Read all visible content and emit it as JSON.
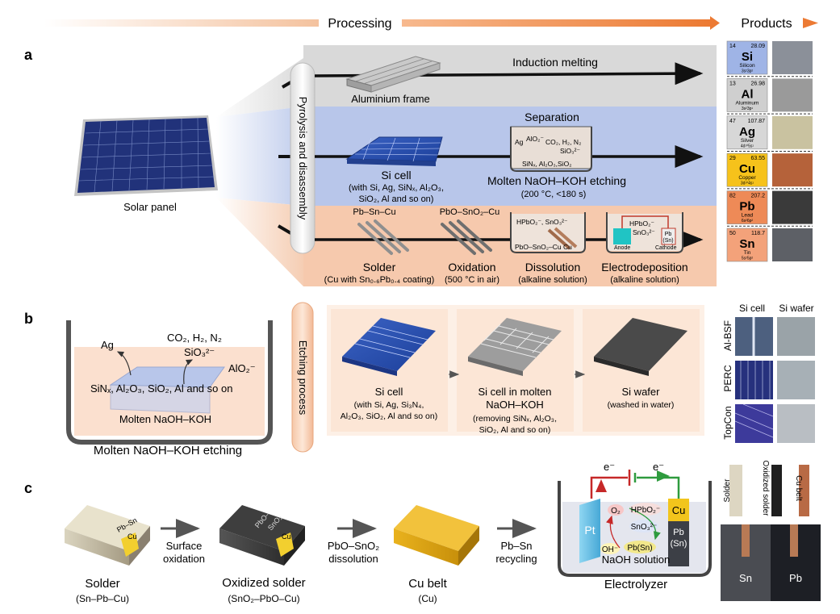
{
  "header": {
    "processing": "Processing",
    "products": "Products"
  },
  "panel_a": {
    "letter": "a",
    "solar_panel_label": "Solar panel",
    "pyrolysis_label": "Pyrolysis and disassembly",
    "row1": {
      "arrow_label": "Induction melting",
      "item_label": "Aluminium frame"
    },
    "row2": {
      "separation": "Separation",
      "si_cell_title": "Si cell",
      "si_cell_detail_1": "(with Si, Ag, SiNₓ, Al₂O₃,",
      "si_cell_detail_2": "SiO₂, Al and so on)",
      "etching_title": "Molten NaOH–KOH etching",
      "etching_cond": "(200 °C, <180 s)",
      "beaker_labels": [
        "AlO₂⁻",
        "Ag",
        "CO₂, H₂, N₂",
        "SiO₃²⁻",
        "SiNₓ, Al₂O₃,SiO₂"
      ]
    },
    "row3": {
      "pbsncu": "Pb–Sn–Cu",
      "pbosno2cu": "PbO–SnO₂–Cu",
      "solder_title": "Solder",
      "solder_detail": "(Cu with Sn₀.₆Pb₀.₄ coating)",
      "oxidation_title": "Oxidation",
      "oxidation_detail": "(500 °C in air)",
      "dissolution_title": "Dissolution",
      "dissolution_detail": "(alkaline solution)",
      "electro_title": "Electrodeposition",
      "electro_detail": "(alkaline solution)",
      "diss_labels": [
        "HPbO₂⁻, SnO₃²⁻",
        "PbO–SnO₂–Cu Cu"
      ],
      "electro_labels": [
        "HPbO₂⁻",
        "SnO₃²⁻",
        "Anode",
        "Cathode",
        "Pb",
        "(Sn)"
      ]
    },
    "elements": [
      {
        "num": "14",
        "mass": "28.09",
        "sym": "Si",
        "name": "Silicon",
        "config": "3s²3p²",
        "color": "#9fb4e6"
      },
      {
        "num": "13",
        "mass": "26.98",
        "sym": "Al",
        "name": "Aluminum",
        "config": "3s²3p¹",
        "color": "#cfcfcf"
      },
      {
        "num": "47",
        "mass": "107.87",
        "sym": "Ag",
        "name": "Silver",
        "config": "4d¹⁰5s¹",
        "color": "#d7d7d7"
      },
      {
        "num": "29",
        "mass": "63.55",
        "sym": "Cu",
        "name": "Copper",
        "config": "3d¹⁰4s¹",
        "color": "#f6c21b"
      },
      {
        "num": "82",
        "mass": "207.2",
        "sym": "Pb",
        "name": "Lead",
        "config": "6s²6p²",
        "color": "#ee8a57"
      },
      {
        "num": "50",
        "mass": "118.7",
        "sym": "Sn",
        "name": "Tin",
        "config": "5s²5p²",
        "color": "#f3a27a"
      }
    ]
  },
  "panel_b": {
    "letter": "b",
    "beaker_caption": "Molten NaOH–KOH etching",
    "beaker_inner": "Molten NaOH–KOH",
    "ag": "Ag",
    "gases": "CO₂, H₂, N₂",
    "sio3": "SiO₃²⁻",
    "alo2": "AlO₂⁻",
    "reactants": "SiNₓ, Al₂O₃, SiO₂, Al and so on",
    "etching_process": "Etching process",
    "steps": [
      {
        "title": "Si cell",
        "lines": [
          "(with Si, Ag, Si₃N₄,",
          "Al₂O₃, SiO₂, Al and so on)"
        ]
      },
      {
        "title": "Si cell in molten",
        "title2": "NaOH–KOH",
        "lines": [
          "(removing SiNₓ, Al₂O₃,",
          "SiO₂, Al and so on)"
        ]
      },
      {
        "title": "Si wafer",
        "lines": [
          "(washed in water)"
        ]
      }
    ],
    "photo_cols": [
      "Si cell",
      "Si wafer"
    ],
    "photo_rows": [
      "Al-BSF",
      "PERC",
      "TopCon"
    ]
  },
  "panel_c": {
    "letter": "c",
    "solder_block": [
      "Pb–Sn",
      "Cu"
    ],
    "oxidized_block": [
      "PbO–",
      "SnO₂",
      "Cu"
    ],
    "step1": [
      "Surface",
      "oxidation"
    ],
    "step2": [
      "PbO–SnO₂",
      "dissolution"
    ],
    "step3": [
      "Pb–Sn",
      "recycling"
    ],
    "items": [
      {
        "title": "Solder",
        "detail": "(Sn–Pb–Cu)"
      },
      {
        "title": "Oxidized solder",
        "detail": "(SnO₂–PbO–Cu)"
      },
      {
        "title": "Cu belt",
        "detail": "(Cu)"
      },
      {
        "title": "Electrolyzer",
        "detail": ""
      }
    ],
    "electrolyzer": {
      "e_left": "e⁻",
      "e_right": "e⁻",
      "pt": "Pt",
      "cu": "Cu",
      "pb": "Pb",
      "sn": "(Sn)",
      "o2": "O₂",
      "hpbo2": "HPbO₂⁻",
      "sno3": "SnO₃²⁻",
      "oh": "OH⁻",
      "pbsn": "Pb(Sn)",
      "solution": "NaOH solution"
    },
    "photo_labels": [
      "Solder",
      "Oxidized solder",
      "Cu belt",
      "Sn",
      "Pb"
    ]
  }
}
